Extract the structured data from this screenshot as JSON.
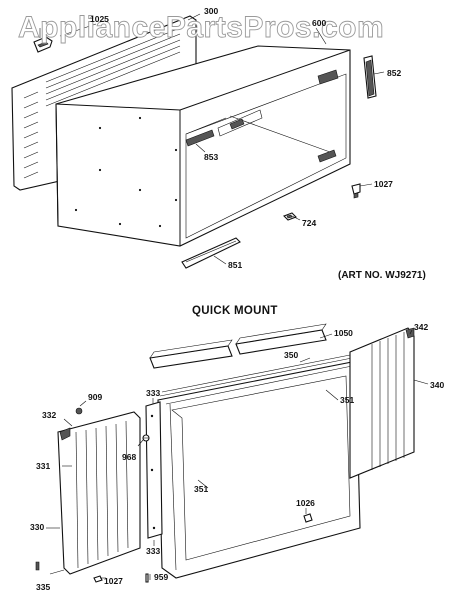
{
  "watermark": "AppliancePartsPros.com",
  "section_title": "QUICK MOUNT",
  "art_number": "(ART NO. WJ9271)",
  "callouts": {
    "c1025": "1025",
    "c300": "300",
    "c600": "600",
    "c852": "852",
    "c853": "853",
    "c1027a": "1027",
    "c724": "724",
    "c851": "851",
    "c1050": "1050",
    "c342": "342",
    "c350": "350",
    "c340": "340",
    "c351a": "351",
    "c351b": "351",
    "c909": "909",
    "c333a": "333",
    "c332": "332",
    "c968": "968",
    "c331": "331",
    "c330": "330",
    "c1026": "1026",
    "c333b": "333",
    "c335": "335",
    "c1027b": "1027",
    "c959": "959"
  }
}
